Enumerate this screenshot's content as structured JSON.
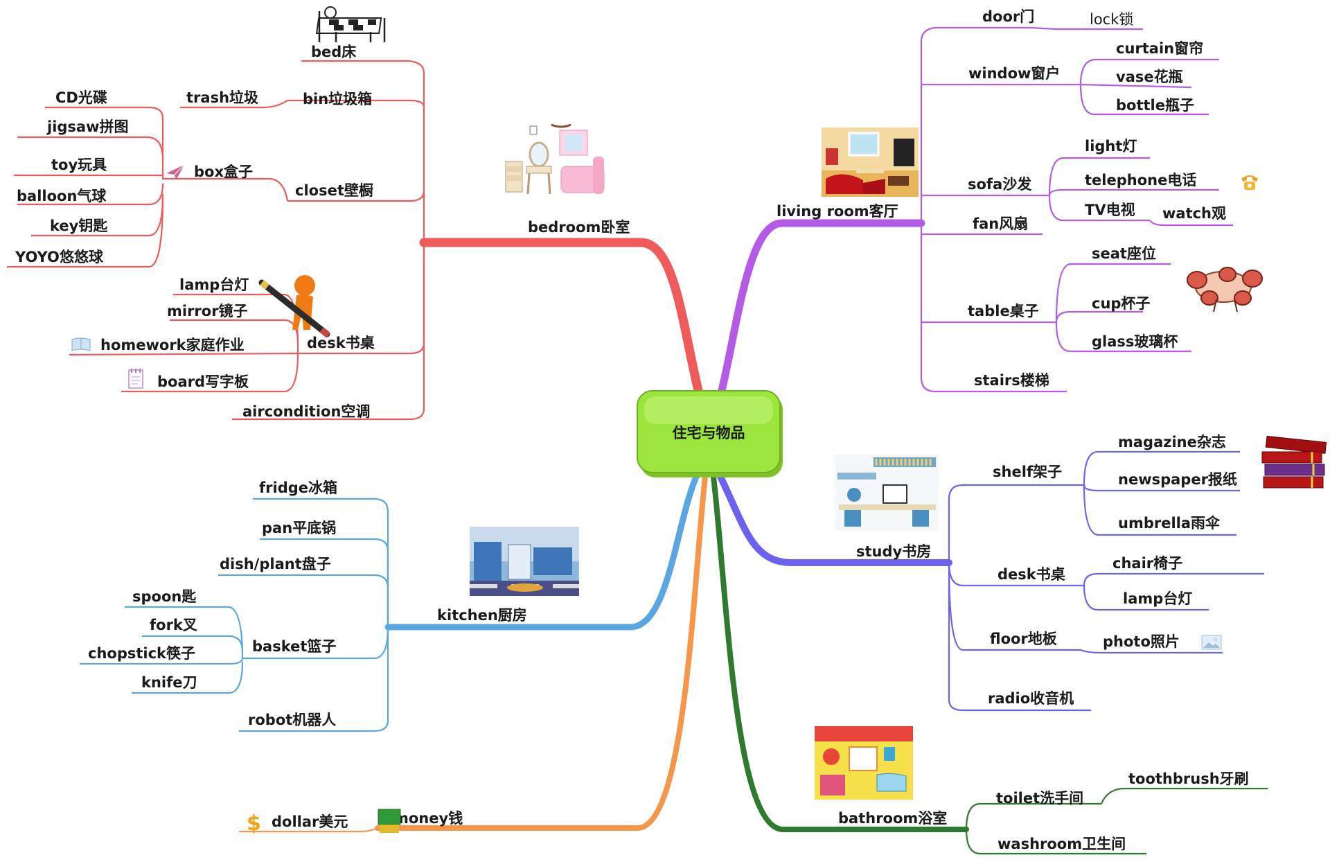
{
  "center": {
    "label": "住宅与物品",
    "fill": "#9be63c"
  },
  "colors": {
    "bedroom": "#ef5a5a",
    "living": "#b35be6",
    "study": "#6b63ee",
    "kitchen": "#5aa6e0",
    "money": "#f5964a",
    "bathroom": "#2f7a2f"
  },
  "branches": {
    "bedroom": {
      "label": "bedroom卧室",
      "children": [
        {
          "label": "bed床"
        },
        {
          "label": "bin垃圾箱",
          "children": [
            {
              "label": "trash垃圾"
            }
          ]
        },
        {
          "label": "closet壁橱",
          "children": [
            {
              "label": "box盒子",
              "children": [
                {
                  "label": "CD光碟"
                },
                {
                  "label": "jigsaw拼图"
                },
                {
                  "label": "toy玩具"
                },
                {
                  "label": "balloon气球"
                },
                {
                  "label": "key钥匙"
                },
                {
                  "label": "YOYO悠悠球"
                }
              ]
            }
          ]
        },
        {
          "label": "desk书桌",
          "children": [
            {
              "label": "lamp台灯"
            },
            {
              "label": "mirror镜子"
            },
            {
              "label": "homework家庭作业"
            },
            {
              "label": "board写字板"
            }
          ]
        },
        {
          "label": "aircondition空调"
        }
      ]
    },
    "living": {
      "label": "living room客厅",
      "children": [
        {
          "label": "door门",
          "children": [
            {
              "label": "lock锁"
            }
          ]
        },
        {
          "label": "window窗户",
          "children": [
            {
              "label": "curtain窗帘"
            },
            {
              "label": "vase花瓶"
            },
            {
              "label": "bottle瓶子"
            }
          ]
        },
        {
          "label": "sofa沙发",
          "children": [
            {
              "label": "light灯"
            },
            {
              "label": "telephone电话"
            },
            {
              "label": "TV电视",
              "children": [
                {
                  "label": "watch观"
                }
              ]
            }
          ]
        },
        {
          "label": "fan风扇"
        },
        {
          "label": "table桌子",
          "children": [
            {
              "label": "seat座位"
            },
            {
              "label": "cup杯子"
            },
            {
              "label": "glass玻璃杯"
            }
          ]
        },
        {
          "label": "stairs楼梯"
        }
      ]
    },
    "study": {
      "label": "study书房",
      "children": [
        {
          "label": "shelf架子",
          "children": [
            {
              "label": "magazine杂志"
            },
            {
              "label": "newspaper报纸"
            },
            {
              "label": "umbrella雨伞"
            }
          ]
        },
        {
          "label": "desk书桌",
          "children": [
            {
              "label": "chair椅子"
            },
            {
              "label": "lamp台灯"
            }
          ]
        },
        {
          "label": "floor地板",
          "children": [
            {
              "label": "photo照片"
            }
          ]
        },
        {
          "label": "radio收音机"
        }
      ]
    },
    "kitchen": {
      "label": "kitchen厨房",
      "children": [
        {
          "label": "fridge冰箱"
        },
        {
          "label": "pan平底锅"
        },
        {
          "label": "dish/plant盘子"
        },
        {
          "label": "basket篮子",
          "children": [
            {
              "label": "spoon匙"
            },
            {
              "label": "fork叉"
            },
            {
              "label": "chopstick筷子"
            },
            {
              "label": "knife刀"
            }
          ]
        },
        {
          "label": "robot机器人"
        }
      ]
    },
    "money": {
      "label": "money钱",
      "children": [
        {
          "label": "dollar美元"
        }
      ]
    },
    "bathroom": {
      "label": "bathroom浴室",
      "children": [
        {
          "label": "toilet洗手间",
          "children": [
            {
              "label": "toothbrush牙刷"
            }
          ]
        },
        {
          "label": "washroom卫生间"
        }
      ]
    }
  },
  "icons": [
    "bed-clipart-icon",
    "bedroom-furniture-clipart-icon",
    "paper-plane-icon",
    "pencil-figure-clipart-icon",
    "book-icon",
    "notepad-icon",
    "living-room-clipart-icon",
    "telephone-icon",
    "crab-table-clipart-icon",
    "study-room-clipart-icon",
    "books-stack-icon",
    "picture-icon",
    "kitchen-clipart-icon",
    "bathroom-clipart-icon",
    "dollar-icon",
    "money-stack-icon"
  ]
}
